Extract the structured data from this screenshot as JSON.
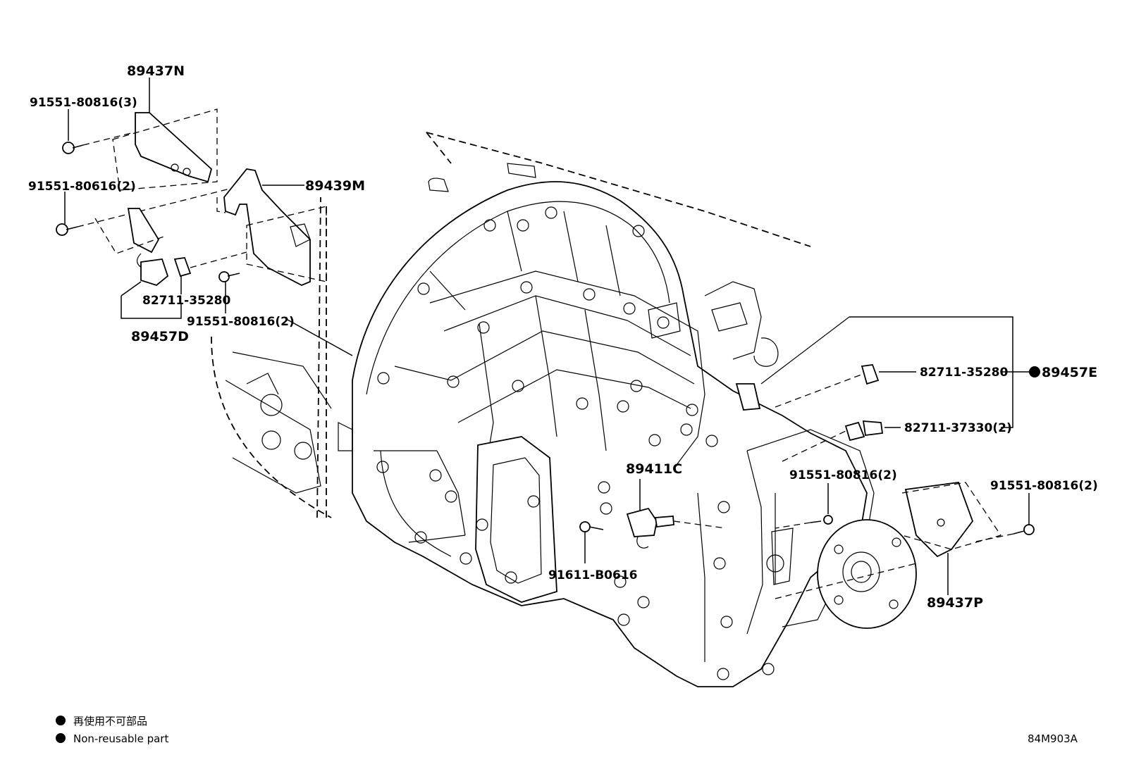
{
  "labels": {
    "p89437N": "89437N",
    "p91551_80816_3": "91551-80816(3)",
    "p91551_80616_2": "91551-80616(2)",
    "p89439M": "89439M",
    "p82711_35280_left": "82711-35280",
    "p91551_80816_2_left": "91551-80816(2)",
    "p89457D": "89457D",
    "p82711_35280_right": "82711-35280",
    "p89457E": "89457E",
    "p82711_37330_2": "82711-37330(2)",
    "p89411C": "89411C",
    "p91551_80816_2_mid": "91551-80816(2)",
    "p91551_80816_2_right": "91551-80816(2)",
    "p91611_B0616": "91611-B0616",
    "p89437P": "89437P"
  },
  "legend": {
    "jp": "再使用不可部品",
    "en": "Non-reusable part",
    "marker": "filled-circle"
  },
  "figure_code": "84M903A"
}
